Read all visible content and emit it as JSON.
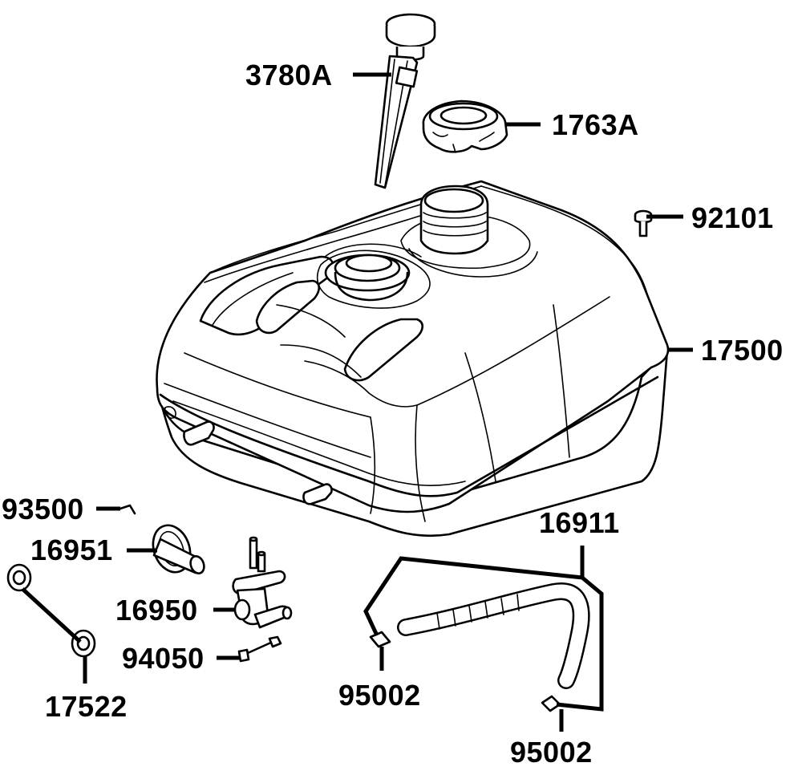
{
  "parts": [
    {
      "number": "3780A"
    },
    {
      "number": "1763A"
    },
    {
      "number": "92101"
    },
    {
      "number": "17500"
    },
    {
      "number": "93500"
    },
    {
      "number": "16951"
    },
    {
      "number": "16950"
    },
    {
      "number": "94050"
    },
    {
      "number": "17522"
    },
    {
      "number": "16911"
    },
    {
      "number": "95002"
    },
    {
      "number": "95002"
    }
  ]
}
